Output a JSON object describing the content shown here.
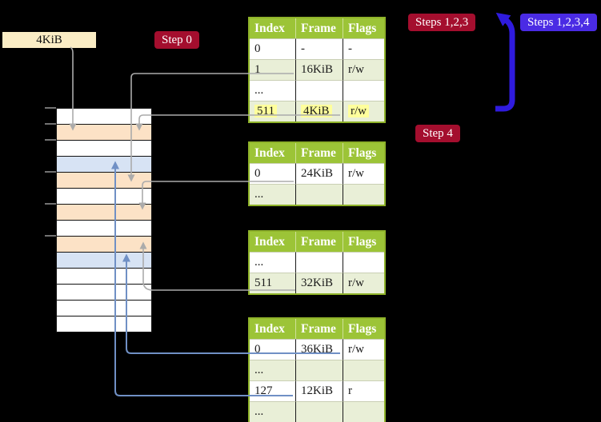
{
  "size_box": {
    "label": "4KiB"
  },
  "step_labels": {
    "step0": "Step 0",
    "steps123": "Steps 1,2,3",
    "steps1234": "Steps 1,2,3,4",
    "step4": "Step 4"
  },
  "tables": [
    {
      "name": "page-table-level4",
      "headers": [
        "Index",
        "Frame",
        "Flags"
      ],
      "rows": [
        {
          "cells": [
            "0",
            "-",
            "-"
          ],
          "shaded": false,
          "highlight": false
        },
        {
          "cells": [
            "1",
            "16KiB",
            "r/w"
          ],
          "shaded": true,
          "highlight": false
        },
        {
          "cells": [
            "...",
            "",
            ""
          ],
          "shaded": false,
          "highlight": false
        },
        {
          "cells": [
            "511",
            "4KiB",
            "r/w"
          ],
          "shaded": true,
          "highlight": true
        }
      ]
    },
    {
      "name": "page-table-a",
      "headers": [
        "Index",
        "Frame",
        "Flags"
      ],
      "rows": [
        {
          "cells": [
            "0",
            "24KiB",
            "r/w"
          ],
          "shaded": false,
          "highlight": false
        },
        {
          "cells": [
            "...",
            "",
            ""
          ],
          "shaded": true,
          "highlight": false
        }
      ]
    },
    {
      "name": "page-table-b",
      "headers": [
        "Index",
        "Frame",
        "Flags"
      ],
      "rows": [
        {
          "cells": [
            "...",
            "",
            ""
          ],
          "shaded": false,
          "highlight": false
        },
        {
          "cells": [
            "511",
            "32KiB",
            "r/w"
          ],
          "shaded": true,
          "highlight": false
        }
      ]
    },
    {
      "name": "page-table-c",
      "headers": [
        "Index",
        "Frame",
        "Flags"
      ],
      "rows": [
        {
          "cells": [
            "0",
            "36KiB",
            "r/w"
          ],
          "shaded": false,
          "highlight": false
        },
        {
          "cells": [
            "...",
            "",
            ""
          ],
          "shaded": true,
          "highlight": false
        },
        {
          "cells": [
            "127",
            "12KiB",
            "r"
          ],
          "shaded": false,
          "highlight": false
        },
        {
          "cells": [
            "...",
            "",
            ""
          ],
          "shaded": true,
          "highlight": false
        }
      ]
    }
  ],
  "memory_stack": {
    "rows": [
      "white",
      "peach",
      "white",
      "blue",
      "peach",
      "white",
      "peach",
      "white",
      "peach",
      "blue",
      "white",
      "white",
      "white",
      "white"
    ]
  },
  "colors": {
    "table_header_green": "#9CC437",
    "table_border_green": "#8FB32A",
    "table_row_light_green": "#E9EFD7",
    "highlight_yellow": "#FFFF9C",
    "page_peach": "#FCE2C6",
    "page_blue": "#D7E3F4",
    "page_white": "#FFFFFF",
    "size_box_beige": "#FBEDC5",
    "step_label_red": "#A40E2E",
    "steps_label_blue": "#4A2BE4",
    "connector_grey": "#ABABAB",
    "connector_blue": "#7090C5",
    "big_arrow_blue": "#2F1BDE"
  }
}
